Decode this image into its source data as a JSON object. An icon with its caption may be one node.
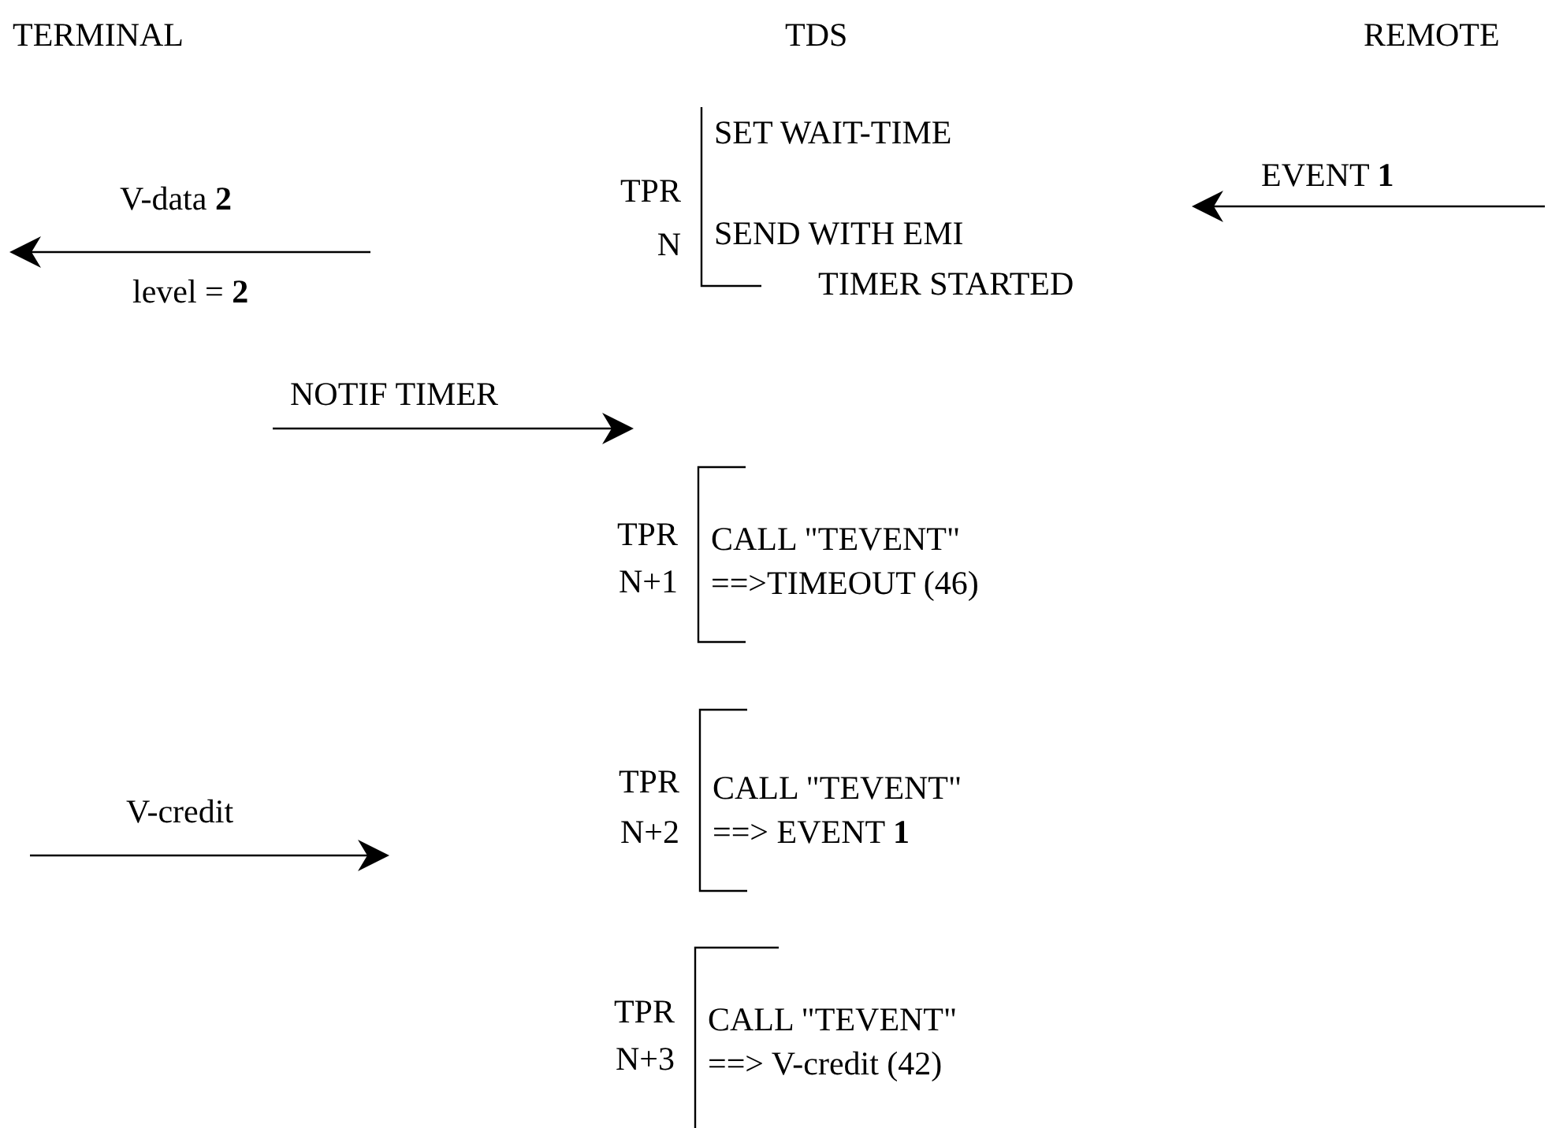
{
  "diagram": {
    "nodes": [
      {
        "text": [
          "TPR N",
          "SET WAIT-TIME",
          "SEND WITH EMI",
          "TIMER STARTED"
        ]
      },
      {
        "text": [
          "TPR N+1",
          "CALL \"TEVENT\"",
          "==>TIMEOUT (46)"
        ]
      },
      {
        "text": [
          "TPR N+2",
          "CALL \"TEVENT\"",
          "==>  EVENT **1**"
        ]
      },
      {
        "text": [
          "TPR N+3",
          "CALL \"TEVENT\"",
          "==> V-credit (42)"
        ]
      }
    ],
    "labels": [
      "TERMINAL",
      "TDS",
      "REMOTE",
      "EVENT **1**",
      "V-data **2**",
      "level = **2**",
      "NOTIF TIMER",
      "V-credit"
    ]
  }
}
